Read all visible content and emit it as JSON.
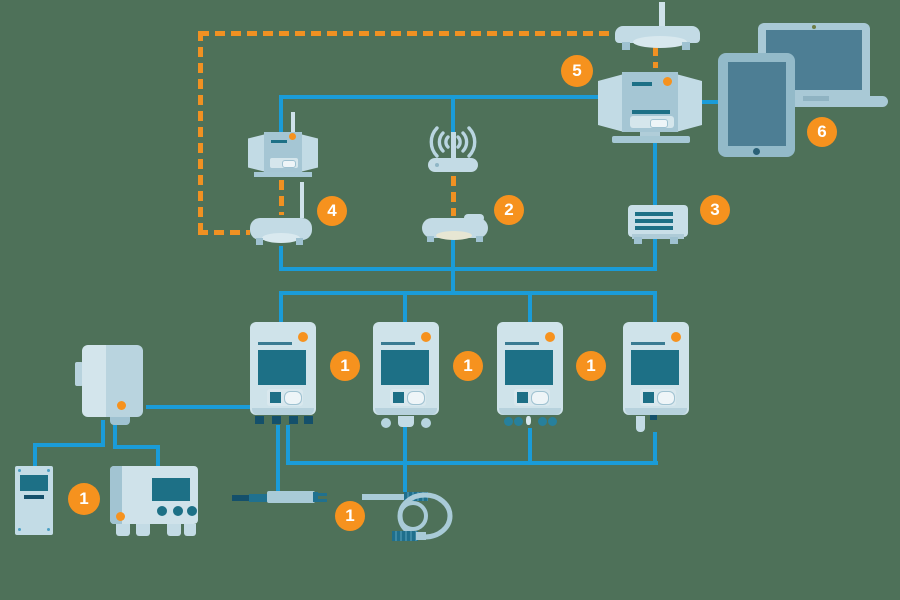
{
  "badges": [
    {
      "label": "1"
    },
    {
      "label": "1"
    },
    {
      "label": "1"
    },
    {
      "label": "1"
    },
    {
      "label": "1"
    },
    {
      "label": "2"
    },
    {
      "label": "3"
    },
    {
      "label": "4"
    },
    {
      "label": "5"
    },
    {
      "label": "6"
    }
  ],
  "colors": {
    "background_green": "#4e7159",
    "line_blue": "#1a9cd8",
    "dashed_orange": "#f09122",
    "badge_orange": "#f6921e",
    "device_light_blue": "#c9dfe8",
    "device_panel_blue": "#a2c4d3",
    "screen_teal": "#1d7086",
    "client_screen": "#4d7e94"
  }
}
